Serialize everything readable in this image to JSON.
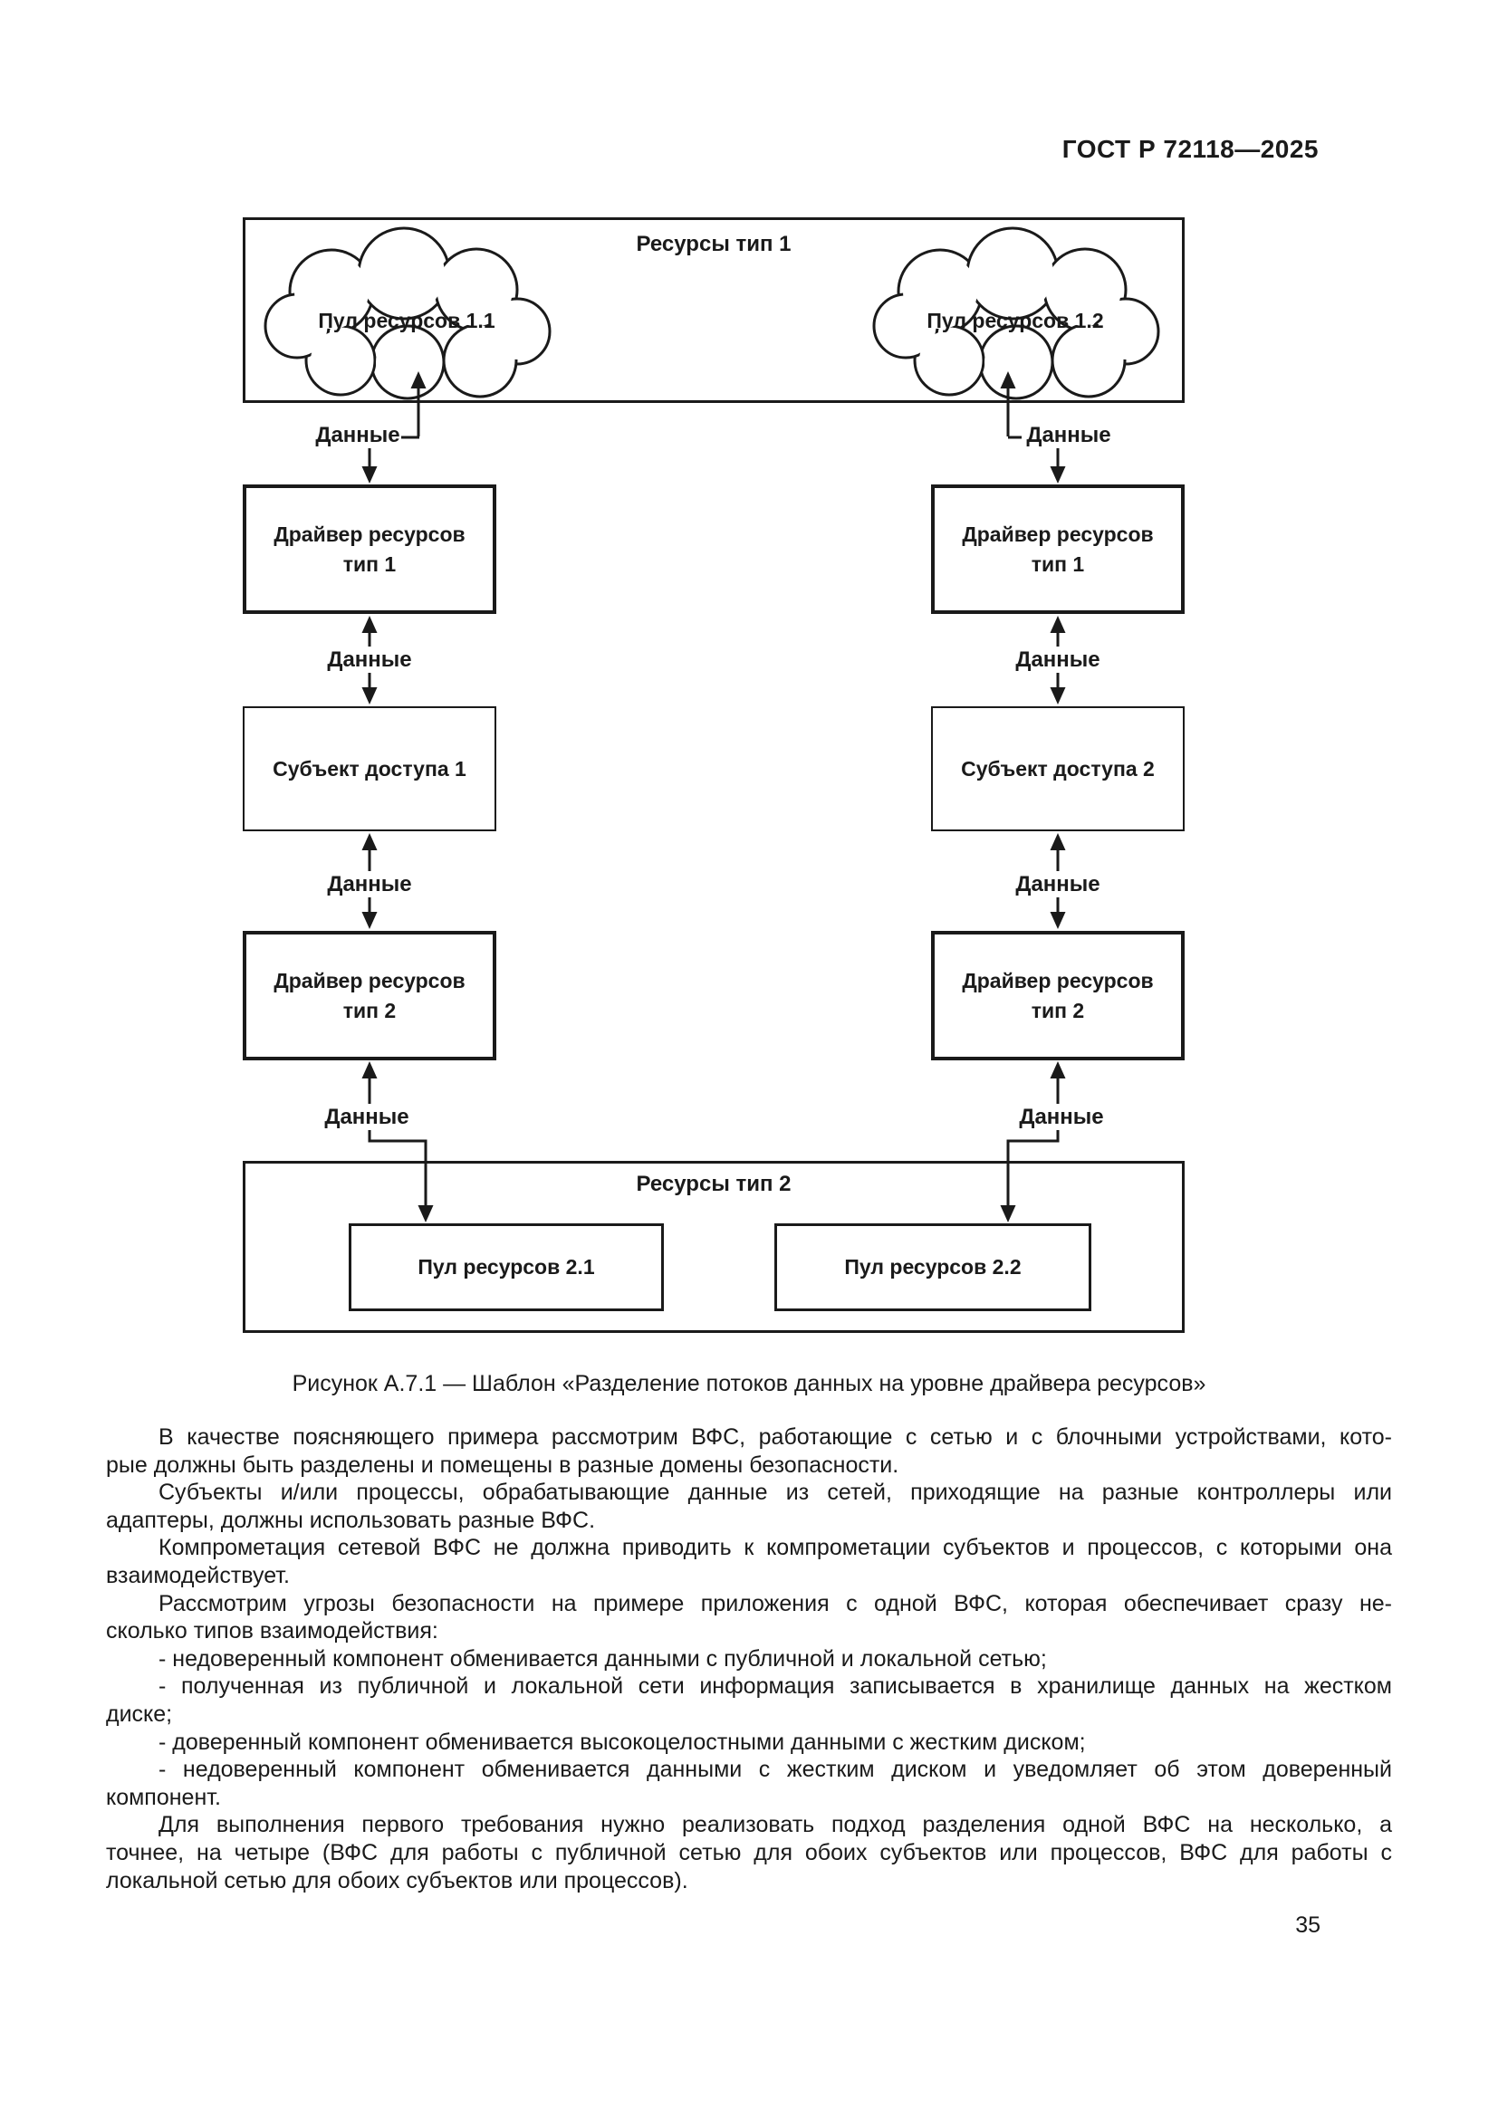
{
  "page": {
    "header": "ГОСТ Р 72118—2025",
    "page_number": "35"
  },
  "figure": {
    "flow_label": "Данные",
    "top_container": {
      "title": "Ресурсы тип 1",
      "cloud_left": "Пул ресурсов 1.1",
      "cloud_right": "Пул ресурсов 1.2"
    },
    "left_column": {
      "driver_top": {
        "line1": "Драйвер ресурсов",
        "line2": "тип 1"
      },
      "subject": "Субъект доступа 1",
      "driver_bottom": {
        "line1": "Драйвер ресурсов",
        "line2": "тип 2"
      }
    },
    "right_column": {
      "driver_top": {
        "line1": "Драйвер ресурсов",
        "line2": "тип 1"
      },
      "subject": "Субъект доступа 2",
      "driver_bottom": {
        "line1": "Драйвер ресурсов",
        "line2": "тип 2"
      }
    },
    "bottom_container": {
      "title": "Ресурсы тип 2",
      "pool_left": "Пул ресурсов 2.1",
      "pool_right": "Пул ресурсов 2.2"
    },
    "caption": "Рисунок А.7.1 — Шаблон «Разделение потоков данных на уровне драйвера ресурсов»"
  },
  "body": {
    "lines": [
      "В качестве поясняющего примера рассмотрим ВФС, работающие с сетью и с блочными устройствами, кото-",
      "рые должны быть разделены и помещены в разные домены безопасности.",
      "Субъекты и/или процессы, обрабатывающие данные из сетей, приходящие на разные контроллеры или",
      "адаптеры, должны использовать разные ВФС.",
      "Компрометация сетевой ВФС не должна приводить к компрометации субъектов и процессов, с которыми она",
      "взаимодействует.",
      "Рассмотрим угрозы безопасности на примере приложения с одной ВФС, которая обеспечивает сразу не-",
      "сколько типов взаимодействия:",
      "- недоверенный компонент обменивается данными с публичной и локальной сетью;",
      "- полученная из публичной и локальной сети информация записывается в хранилище данных на жестком",
      "диске;",
      "- доверенный компонент обменивается высокоцелостными данными с жестким диском;",
      "- недоверенный компонент обменивается данными с жестким диском и уведомляет об этом доверенный",
      "компонент.",
      "Для выполнения первого требования нужно реализовать подход разделения одной ВФС на несколько, а",
      "точнее, на четыре (ВФС для работы с публичной сетью для обоих субъектов или процессов, ВФС для работы с",
      "локальной сетью для обоих субъектов или процессов)."
    ]
  }
}
